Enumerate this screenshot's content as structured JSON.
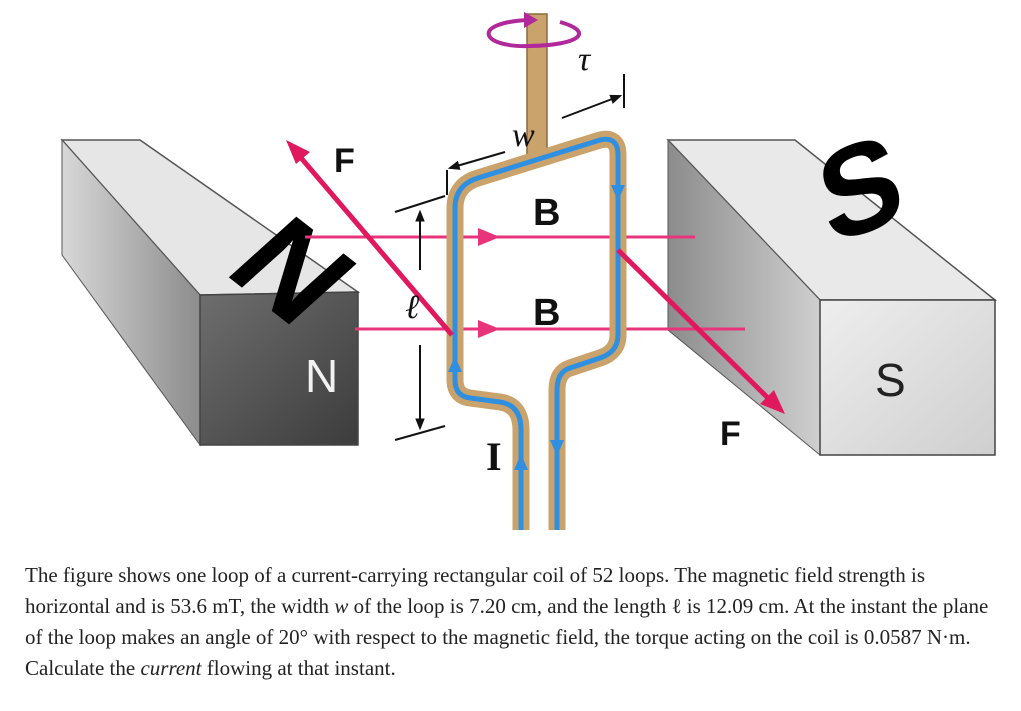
{
  "figure": {
    "magnet_north_face": "N",
    "magnet_north_side": "N",
    "magnet_south_face": "S",
    "magnet_south_side": "S",
    "force_label_left": "F",
    "force_label_right": "F",
    "field_label_upper": "B",
    "field_label_lower": "B",
    "width_label": "w",
    "length_label": "ℓ",
    "current_label": "I",
    "torque_label": "τ",
    "colors": {
      "wire_copper": "#c9a36b",
      "current_blue": "#2f8fe0",
      "field_line": "#e8347a",
      "force_arrow": "#e0195f",
      "torque_arrow": "#b0289a",
      "magnet_top": "#e9e9e9",
      "magnet_side": "#9a9a9a"
    }
  },
  "problem": {
    "p1": "The figure shows one loop of a current-carrying rectangular coil of 52 loops. The magnetic field strength is horizontal and is 53.6 mT, the width ",
    "w": "w",
    "p2": " of the loop is 7.20 cm, and the length ",
    "l": "ℓ",
    "p3": " is 12.09 cm. At the instant the plane of the loop makes an angle of 20° with respect to the magnetic field, the torque acting on the coil is 0.0587  N·m. Calculate the ",
    "current_word": "current",
    "p4": " flowing at that instant."
  }
}
